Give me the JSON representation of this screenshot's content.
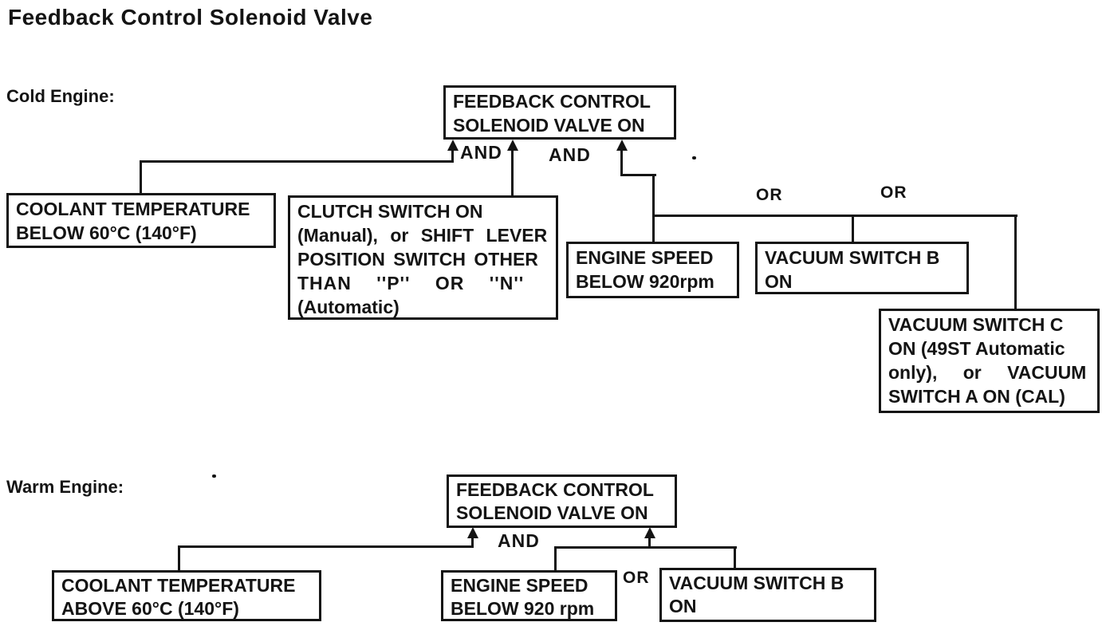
{
  "title": "Feedback Control Solenoid Valve",
  "cold": {
    "label": "Cold Engine:",
    "result": [
      "FEEDBACK CONTROL",
      "SOLENOID VALVE ON"
    ],
    "and1": "AND",
    "and2": "AND",
    "or1": "OR",
    "or2": "OR",
    "coolant": [
      "COOLANT TEMPERATURE",
      "BELOW 60°C (140°F)"
    ],
    "clutch": [
      "CLUTCH SWITCH ON",
      "(Manual), or SHIFT LEVER",
      "POSITION SWITCH OTHER",
      "THAN ''P'' OR ''N''",
      "(Automatic)"
    ],
    "engine_speed": [
      "ENGINE SPEED",
      "BELOW 920rpm"
    ],
    "vacuum_b": [
      "VACUUM SWITCH B",
      "ON"
    ],
    "vacuum_c": [
      "VACUUM SWITCH C",
      "ON (49ST Automatic",
      "only), or VACUUM",
      "SWITCH A ON (CAL)"
    ]
  },
  "warm": {
    "label": "Warm Engine:",
    "result": [
      "FEEDBACK CONTROL",
      "SOLENOID VALVE ON"
    ],
    "and1": "AND",
    "or1": "OR",
    "coolant": [
      "COOLANT TEMPERATURE",
      "ABOVE 60°C (140°F)"
    ],
    "engine_speed": [
      "ENGINE SPEED",
      "BELOW 920 rpm"
    ],
    "vacuum_b": [
      "VACUUM SWITCH B",
      "ON"
    ]
  }
}
